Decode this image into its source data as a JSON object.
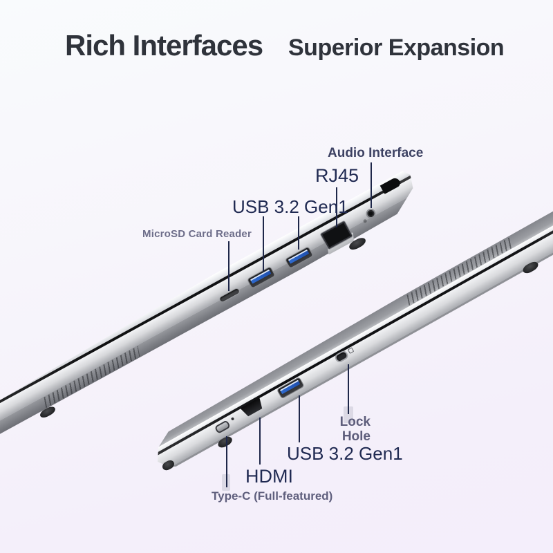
{
  "titles": {
    "left": "Rich Interfaces",
    "right": "Superior Expansion"
  },
  "annotations": {
    "microsd": "MicroSD Card Reader",
    "usb_top": "USB 3.2 Gen1",
    "rj45": "RJ45",
    "audio": "Audio Interface",
    "lock1": "Lock",
    "lock2": "Hole",
    "usb_bottom": "USB 3.2 Gen1",
    "hdmi": "HDMI",
    "typec": "Type-C (Full-featured)"
  },
  "colors": {
    "title": "#2f333b",
    "navy": "#202a52",
    "slate": "#3d4263",
    "gray": "#5f5f7d",
    "gray_mid": "#5d5d7b",
    "gray_light": "#6e6e8a",
    "leader": "#1e2749",
    "usb_blue": "#2f6bd0"
  }
}
